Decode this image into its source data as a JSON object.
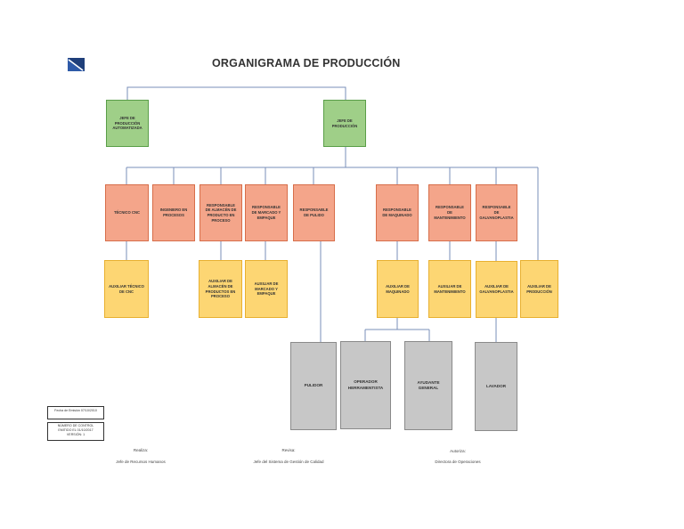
{
  "title": "ORGANIGRAMA DE PRODUCCIÓN",
  "logo_icon": "company-logo-icon",
  "nodes": {
    "jefe_auto": "JEFE DE PRODUCCIÓN AUTOMATIZADA",
    "jefe": "JEFE DE PRODUCCIÓN",
    "tecnico_cnc": "TÉCNICO CNC",
    "ingeniero": "INGENIERO EN PROCESOS",
    "resp_almacen": "RESPONSABLE DE ALMACÉN DE PRODUCTO EN PROCESO",
    "resp_marcado": "RESPONSABLE DE MARCADO Y EMPAQUE",
    "resp_pulido": "RESPONSABLE DE PULIDO",
    "resp_maquinado": "RESPONSABLE DE MAQUINADO",
    "resp_mantenimiento": "RESPONSABLE DE MANTENIMIENTO",
    "resp_galvano": "RESPONSABLE DE GALVANOPLASTIA",
    "aux_cnc": "AUXILIAR TÉCNICO DE CNC",
    "aux_almacen": "AUXILIAR DE ALMACÉN DE PRODUCTOS EN PROCESO",
    "aux_marcado": "AUXILIAR DE MARCADO Y EMPAQUE",
    "aux_maquinado": "AUXILIAR DE MAQUINADO",
    "aux_mantenimiento": "AUXILIAR DE MANTENIMIENTO",
    "aux_galvano": "AUXILIAR DE GALVANOPLASTIA",
    "aux_produccion": "AUXILIAR DE PRODUCCIÓN",
    "pulidor": "PULIDOR",
    "operador": "OPERADOR HERRAMENTISTA",
    "ayudante": "AYUDANTE GENERAL",
    "lavador": "LAVADOR"
  },
  "control": {
    "fecha": "Fecha de Emisión 07/10/2010",
    "line1": "NÚMERO DE CONTROL",
    "line2": "EMITIDO EL 01/10/2017",
    "line3": "VERSIÓN: 1"
  },
  "signatures": [
    {
      "label": "Realiza:",
      "role": "Jefe de Recursos Humanos"
    },
    {
      "label": "Revisa:",
      "role": "Jefe del Sistema de Gestión de Calidad"
    },
    {
      "label": "Autoriza:",
      "role": "Directora de Operaciones"
    }
  ]
}
